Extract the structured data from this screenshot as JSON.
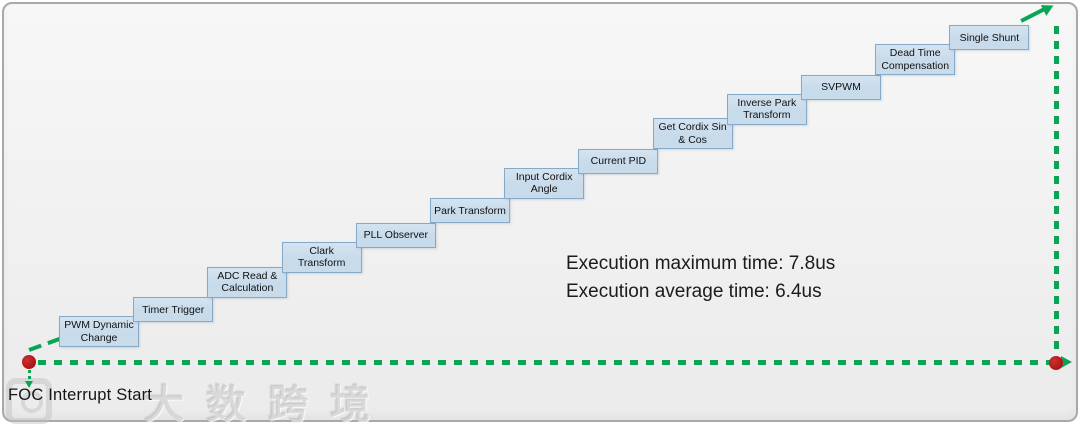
{
  "diagram_type": "staircase-execution-timeline",
  "steps": [
    "PWM Dynamic Change",
    "Timer Trigger",
    "ADC Read & Calculation",
    "Clark Transform",
    "PLL Observer",
    "Park Transform",
    "Input Cordix Angle",
    "Current PID",
    "Get Cordix Sin & Cos",
    "Inverse Park Transform",
    "SVPWM",
    "Dead Time Compensation",
    "Single Shunt"
  ],
  "timeline": {
    "start_label": "FOC Interrupt Start"
  },
  "stats": {
    "max_line": "Execution maximum time: 7.8us",
    "avg_line": "Execution average time: 6.4us"
  },
  "watermark": {
    "text": "大数跨境"
  },
  "colors": {
    "box_fill": "#c8dbeb",
    "box_border": "#86a9c8",
    "green": "#0aa455",
    "red": "#b01215",
    "bg_top": "#f7f7f7",
    "bg_bottom": "#ebebeb"
  }
}
